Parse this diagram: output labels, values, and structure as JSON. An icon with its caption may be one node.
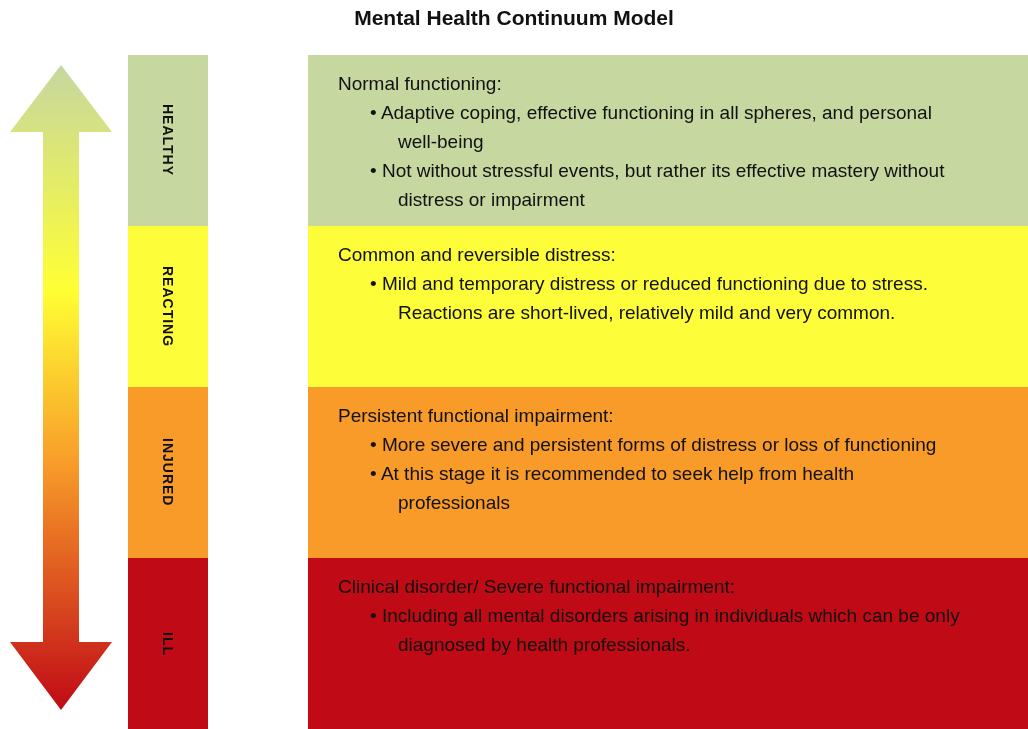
{
  "diagram": {
    "title": "Mental Health Continuum Model",
    "nodes": [
      {
        "text": [
          "HEALTHY"
        ]
      },
      {
        "text": [
          "Normal functioning:",
          "• Adaptive coping, effective functioning in all spheres, and personal well-being",
          "• Not without stressful events, but rather its effective mastery without distress or impairment"
        ]
      },
      {
        "text": [
          "REACTING"
        ]
      },
      {
        "text": [
          "Common and reversible distress:",
          "• Mild and temporary distress or reduced functioning due to stress. Reactions are short-lived, relatively mild and very common."
        ]
      },
      {
        "text": [
          "INJURED"
        ]
      },
      {
        "text": [
          "Persistent functional impairment:",
          "• More severe and persistent forms of distress or loss of functioning",
          "• At this stage it is recommended to seek help from health professionals"
        ]
      },
      {
        "text": [
          "ILL"
        ]
      },
      {
        "text": [
          "Clinical disorder/ Severe functional impairment:",
          "• Including all mental disorders arising in individuals which can be only diagnosed by health professionals."
        ]
      }
    ]
  }
}
